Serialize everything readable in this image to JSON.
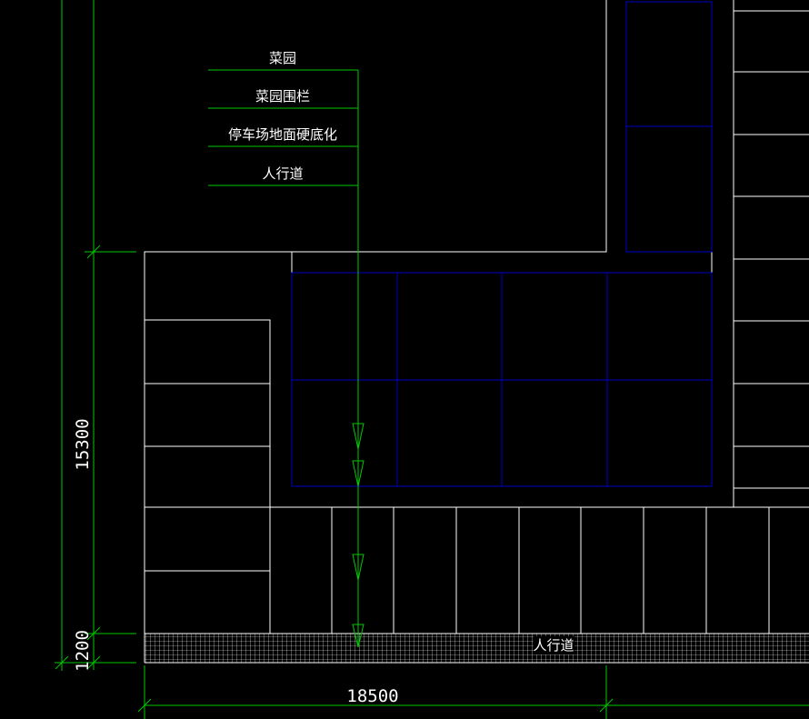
{
  "leader_labels": {
    "item1": "菜园",
    "item2": "菜园围栏",
    "item3": "停车场地面硬底化",
    "item4": "人行道"
  },
  "sidewalk_label": "人行道",
  "dimensions": {
    "vertical_main": "15300",
    "vertical_small": "1200",
    "horizontal": "18500"
  },
  "colors": {
    "background": "#000000",
    "outline": "#ffffff",
    "garden_grid": "#0000c8",
    "dimension": "#00c800"
  }
}
